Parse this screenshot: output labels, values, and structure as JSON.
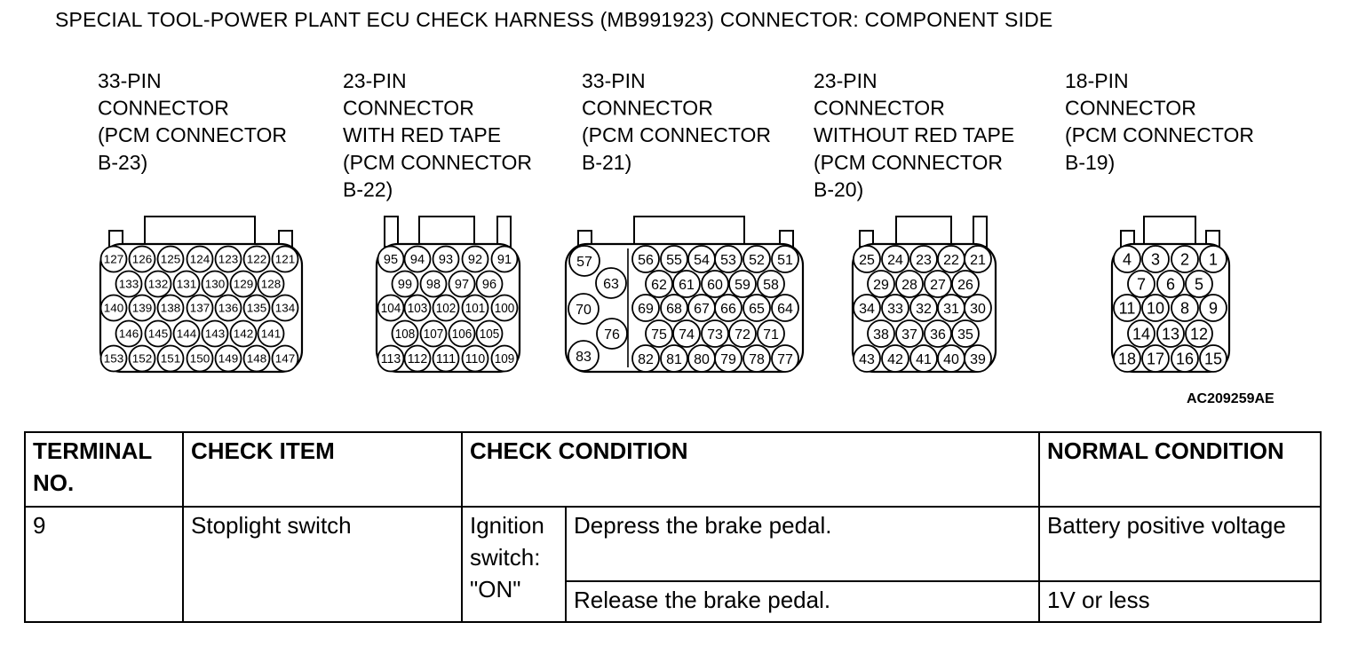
{
  "title": "SPECIAL TOOL-POWER PLANT ECU CHECK HARNESS (MB991923) CONNECTOR: COMPONENT SIDE",
  "connectors": [
    {
      "label_lines": [
        "33-PIN",
        "CONNECTOR",
        "(PCM CONNECTOR",
        "B-23)"
      ],
      "pin_rows": [
        [
          127,
          126,
          125,
          124,
          123,
          122,
          121
        ],
        [
          133,
          132,
          131,
          130,
          129,
          128
        ],
        [
          140,
          139,
          138,
          137,
          136,
          135,
          134
        ],
        [
          146,
          145,
          144,
          143,
          142,
          141
        ],
        [
          153,
          152,
          151,
          150,
          149,
          148,
          147
        ]
      ]
    },
    {
      "label_lines": [
        "23-PIN",
        "CONNECTOR",
        "WITH RED TAPE",
        "(PCM CONNECTOR",
        "B-22)"
      ],
      "pin_rows": [
        [
          95,
          94,
          93,
          92,
          91
        ],
        [
          99,
          98,
          97,
          96
        ],
        [
          104,
          103,
          102,
          101,
          100
        ],
        [
          108,
          107,
          106,
          105
        ],
        [
          113,
          112,
          111,
          110,
          109
        ]
      ]
    },
    {
      "label_lines": [
        "33-PIN",
        "CONNECTOR",
        "(PCM CONNECTOR",
        "B-21)"
      ],
      "left_pins": [
        57,
        63,
        70,
        76,
        83
      ],
      "pin_rows": [
        [
          56,
          55,
          54,
          53,
          52,
          51
        ],
        [
          62,
          61,
          60,
          59,
          58
        ],
        [
          69,
          68,
          67,
          66,
          65,
          64
        ],
        [
          75,
          74,
          73,
          72,
          71
        ],
        [
          82,
          81,
          80,
          79,
          78,
          77
        ]
      ]
    },
    {
      "label_lines": [
        "23-PIN",
        "CONNECTOR",
        "WITHOUT RED TAPE",
        "(PCM CONNECTOR",
        "B-20)"
      ],
      "pin_rows": [
        [
          25,
          24,
          23,
          22,
          21
        ],
        [
          29,
          28,
          27,
          26
        ],
        [
          34,
          33,
          32,
          31,
          30
        ],
        [
          38,
          37,
          36,
          35
        ],
        [
          43,
          42,
          41,
          40,
          39
        ]
      ]
    },
    {
      "label_lines": [
        "18-PIN",
        "CONNECTOR",
        "(PCM CONNECTOR",
        "B-19)"
      ],
      "pin_rows": [
        [
          4,
          3,
          2,
          1
        ],
        [
          7,
          6,
          5
        ],
        [
          11,
          10,
          8,
          9
        ],
        [
          14,
          13,
          12
        ],
        [
          18,
          17,
          16,
          15
        ]
      ]
    }
  ],
  "ref_code": "AC209259AE",
  "table": {
    "headers": {
      "terminal_no": "TERMINAL NO.",
      "check_item": "CHECK ITEM",
      "check_condition": "CHECK CONDITION",
      "normal_condition": "NORMAL CONDITION"
    },
    "row": {
      "terminal_no": "9",
      "check_item": "Stoplight switch",
      "condition_group": "Ignition switch: \"ON\"",
      "sub_rows": [
        {
          "condition": "Depress the brake pedal.",
          "normal": "Battery positive voltage"
        },
        {
          "condition": "Release the brake pedal.",
          "normal": "1V or less"
        }
      ]
    }
  }
}
